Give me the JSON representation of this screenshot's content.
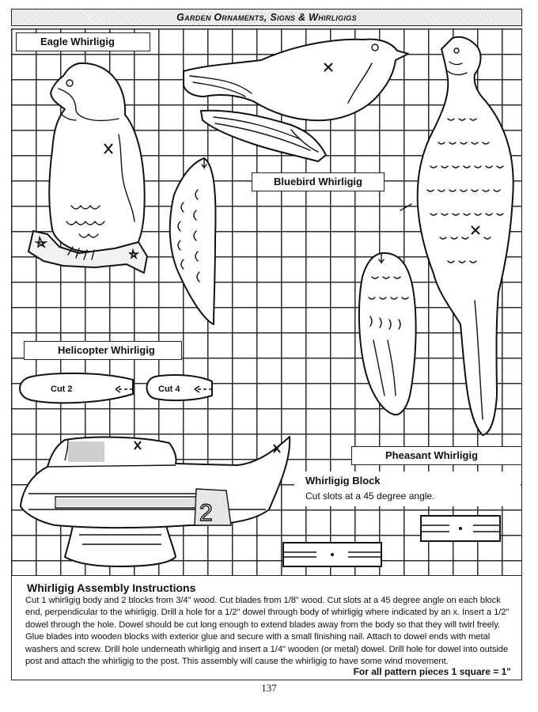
{
  "header": {
    "title": "Garden Ornaments, Signs & Whirligigs"
  },
  "patterns": {
    "eagle_label": "Eagle Whirligig",
    "bluebird_label": "Bluebird Whirligig",
    "helicopter_label": "Helicopter Whirligig",
    "pheasant_label": "Pheasant Whirligig",
    "cut2_label": "Cut 2",
    "cut4_label": "Cut 4",
    "heli_number": "2",
    "mark": "x"
  },
  "block": {
    "title": "Whirligig Block",
    "subtitle": "Cut slots at a 45 degree angle."
  },
  "instructions": {
    "title": "Whirligig Assembly Instructions",
    "body": "Cut 1 whirligig body and 2 blocks from 3/4\" wood.  Cut  blades from 1/8\" wood.  Cut slots at a 45 degree angle on each block end, perpendicular to the whirligig. Drill a hole for a 1/2\" dowel through body of whirligig where indicated by an x. Insert a 1/2\" dowel through the hole.  Dowel should be cut long enough to extend blades away from the body so that they will twirl freely.  Glue blades into wooden blocks with exterior glue and secure with a small finishing nail.  Attach to dowel ends with metal washers and screw.  Drill hole underneath whirligig and insert a 1/4\" wooden (or metal) dowel. Drill hole for dowel into outside post and attach the whirligig to the post.  This assembly will cause the whirligig to have some wind movement.",
    "scale_note": "For all pattern pieces 1 square = 1\""
  },
  "page_number": "137"
}
